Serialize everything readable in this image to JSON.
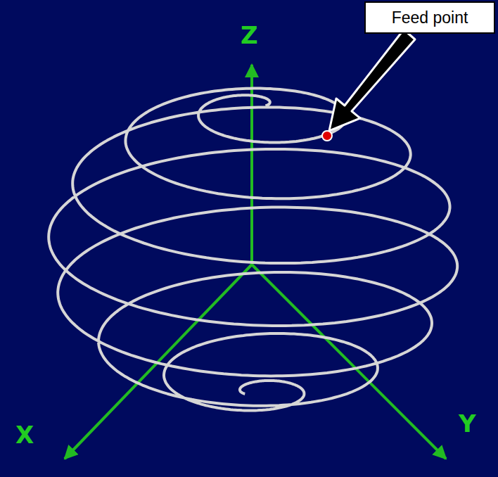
{
  "diagram": {
    "nodes": [
      {
        "text": [
          "Feed point"
        ]
      }
    ],
    "labels": [
      "Z",
      "X",
      "Y"
    ]
  }
}
